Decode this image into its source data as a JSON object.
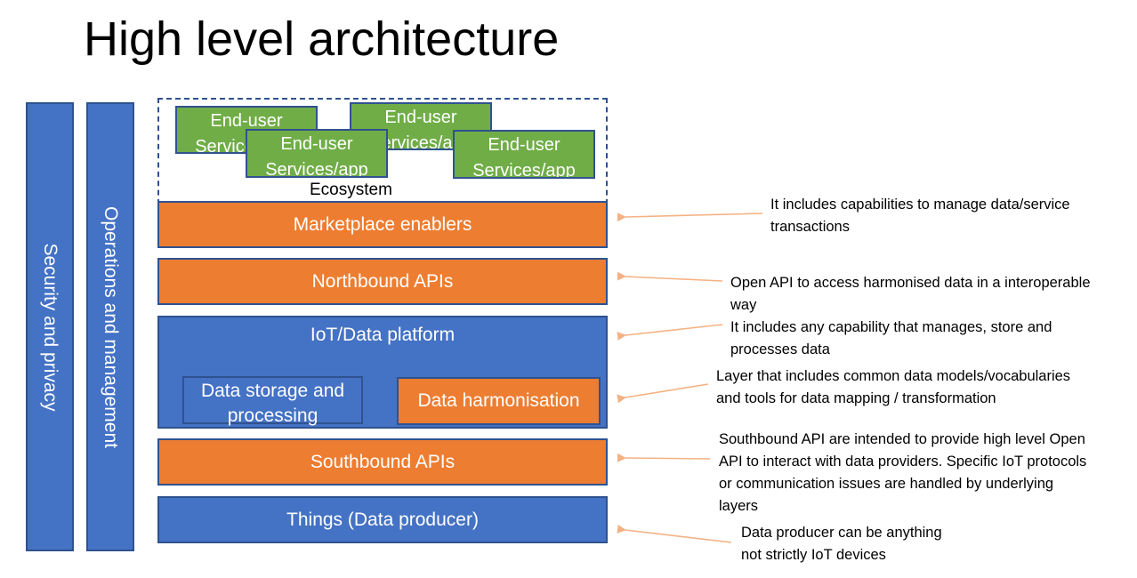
{
  "title": "High level architecture",
  "sidebars": {
    "security": "Security and privacy",
    "operations": "Operations and management"
  },
  "ecosystem": {
    "label": "Ecosystem",
    "apps": [
      {
        "line1": "End-user",
        "line2": "Services/app"
      },
      {
        "line1": "End-user",
        "line2": "Services/app"
      },
      {
        "line1": "End-user",
        "line2": "Services/app"
      },
      {
        "line1": "End-user",
        "line2": "Services/app"
      }
    ]
  },
  "layers": {
    "marketplace": "Marketplace enablers",
    "northbound": "Northbound APIs",
    "platform": {
      "title": "IoT/Data platform",
      "storage_line1": "Data storage and",
      "storage_line2": "processing",
      "harmonisation": "Data harmonisation"
    },
    "southbound": "Southbound APIs",
    "things": "Things (Data producer)"
  },
  "notes": {
    "marketplace": [
      "It includes capabilities to manage data/service",
      "transactions"
    ],
    "northbound": [
      "Open API to access harmonised data in a interoperable",
      "way"
    ],
    "platform": [
      "It includes any capability that manages, store and",
      "processes data"
    ],
    "harmonisation": [
      "Layer that includes common data models/vocabularies",
      "and tools for data mapping / transformation"
    ],
    "southbound": [
      "Southbound API are intended to provide high level Open",
      "API to interact with data providers. Specific IoT protocols",
      "or communication issues are handled by underlying",
      "layers"
    ],
    "things": [
      "Data producer can be anything",
      "not strictly IoT devices"
    ]
  },
  "colors": {
    "blue": "#4472c4",
    "orange": "#ed7d31",
    "green": "#70ad47",
    "border": "#2f528f",
    "arrow": "#f4b183"
  }
}
